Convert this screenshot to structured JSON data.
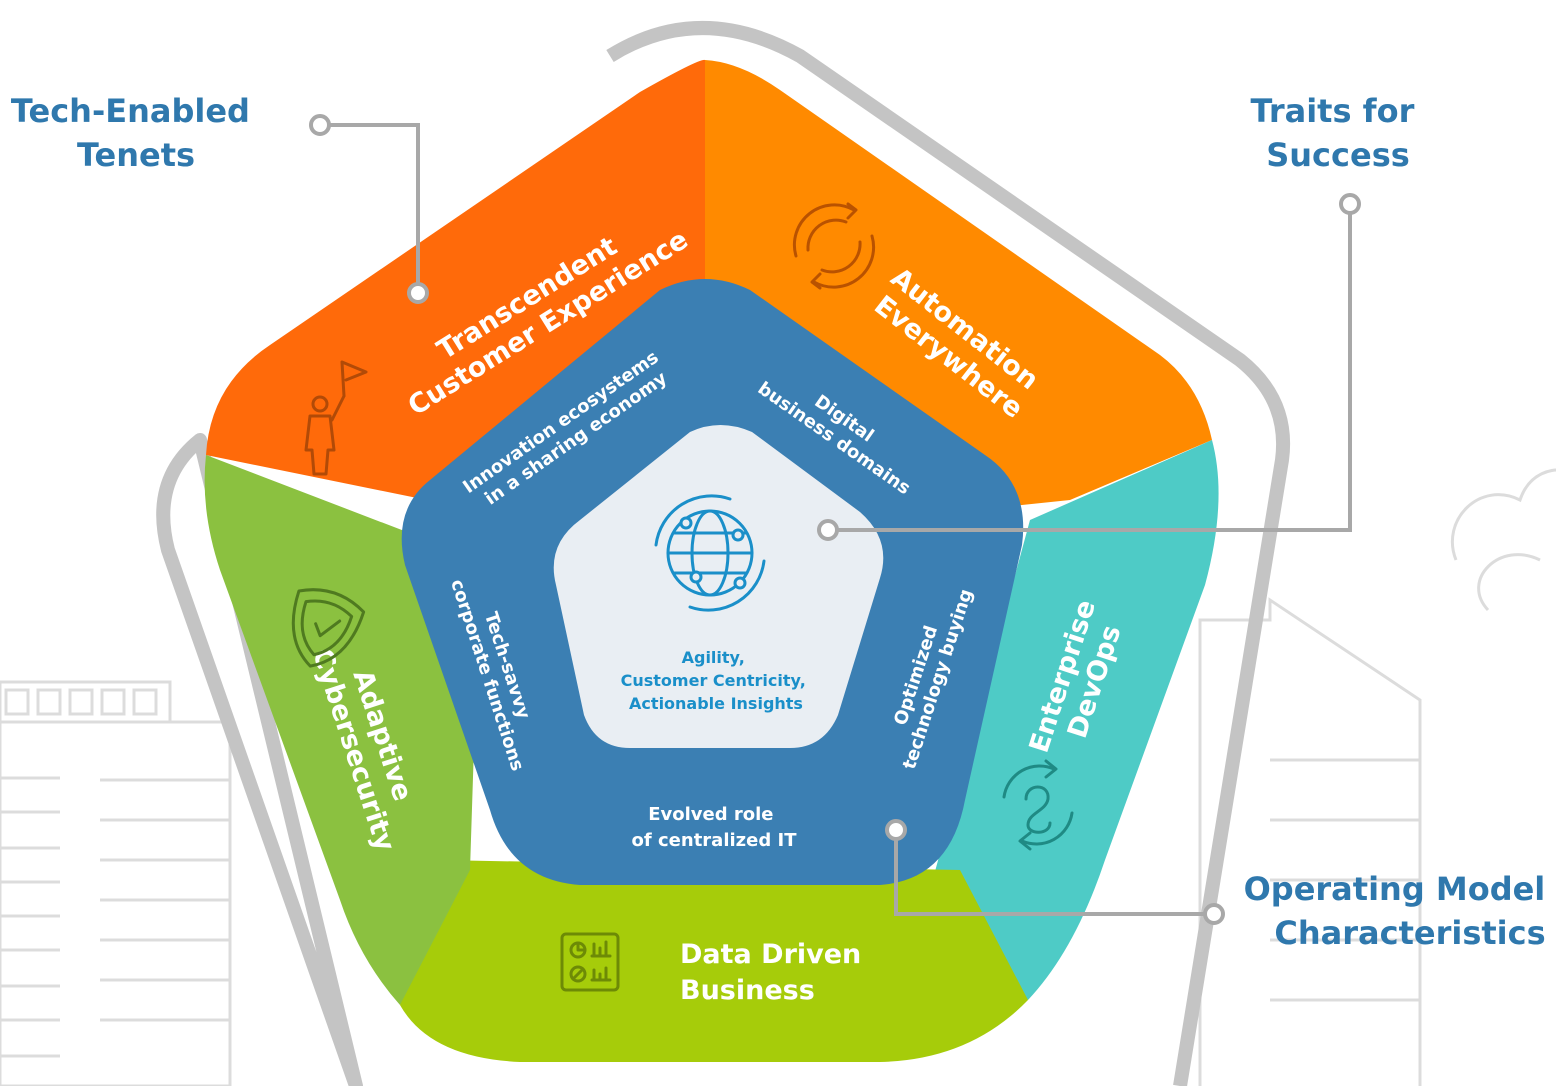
{
  "callouts": {
    "tech_enabled": [
      "Tech-Enabled",
      "Tenets"
    ],
    "traits": [
      "Traits for",
      "Success"
    ],
    "operating_model": [
      "Operating Model",
      "Characteristics"
    ]
  },
  "tenets": {
    "customer_experience": [
      "Transcendent",
      "Customer Experience"
    ],
    "automation": [
      "Automation",
      "Everywhere"
    ],
    "devops": [
      "Enterprise",
      "DevOps"
    ],
    "data_driven": [
      "Data Driven",
      "Business"
    ],
    "cybersecurity": [
      "Adaptive",
      "Cybersecurity"
    ]
  },
  "traits": {
    "innovation": [
      "Innovation ecosystems",
      "in a sharing economy"
    ],
    "digital": [
      "Digital",
      "business domains"
    ],
    "buying": [
      "Optimized",
      "technology buying"
    ],
    "central_it": [
      "Evolved role",
      "of centralized IT"
    ],
    "corporate": [
      "Tech-savvy",
      "corporate functions"
    ]
  },
  "core": {
    "lines": [
      "Agility,",
      "Customer Centricity,",
      "Actionable Insights"
    ]
  },
  "icons": {
    "customer_experience": "person-flag-icon",
    "automation": "cycle-arrows-icon",
    "devops": "infinity-cycle-icon",
    "data_driven": "dashboard-icon",
    "cybersecurity": "shield-icon",
    "core": "globe-network-icon"
  },
  "colors": {
    "orange_dark": "#ff6a0a",
    "orange_light": "#ff8a00",
    "teal": "#4ecbc6",
    "lime": "#a6cc0a",
    "green": "#8bc140",
    "blue": "#3b7fb3",
    "core_fill": "#e9eef3",
    "callout_text": "#2f78ad",
    "outline": "#c4c4c4"
  }
}
